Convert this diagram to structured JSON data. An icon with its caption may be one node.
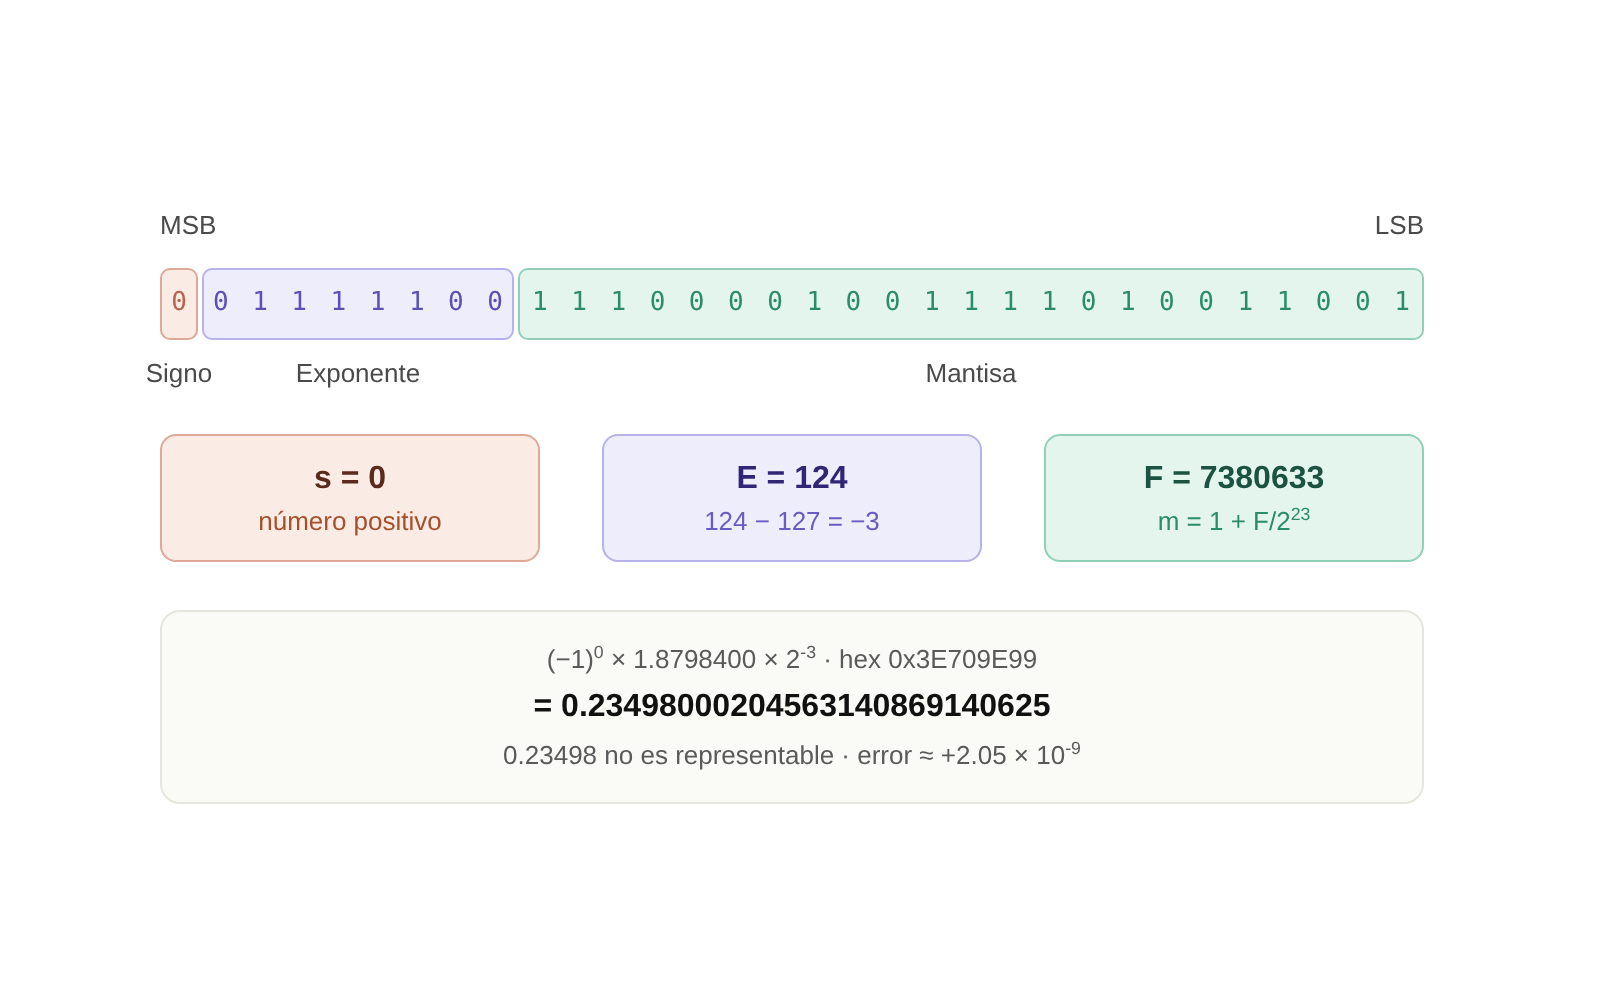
{
  "diagram": {
    "nodes": [
      {
        "text": [
          "0"
        ],
        "beside": [
          "Signo"
        ]
      },
      {
        "text": [
          "0 1 1 1 1 1 0 0"
        ],
        "beside": [
          "Exponente"
        ]
      },
      {
        "text": [
          "1 1 1 0 0 0 0 1 0 0 1 1 1 1 0 1 0 0 1 1 0 0 1"
        ],
        "beside": [
          "Mantisa"
        ]
      },
      {
        "text": [
          "s = 0",
          "número positivo"
        ]
      },
      {
        "text": [
          "E = 124",
          "124 − 127 = −3"
        ]
      },
      {
        "text": [
          "F = 7380633",
          "m = 1 + F/2$^{23}$"
        ]
      },
      {
        "text": [
          "(−1)$^{0}$ × 1.8798400 × 2$^{-3}$ · hex 0x3E709E99",
          "= 0.23498000204563140869140625",
          "0.23498 no es representable · error ≈ +2.05 × 10$^{-9}$"
        ]
      }
    ],
    "labels": [
      "MSB",
      "LSB"
    ]
  }
}
